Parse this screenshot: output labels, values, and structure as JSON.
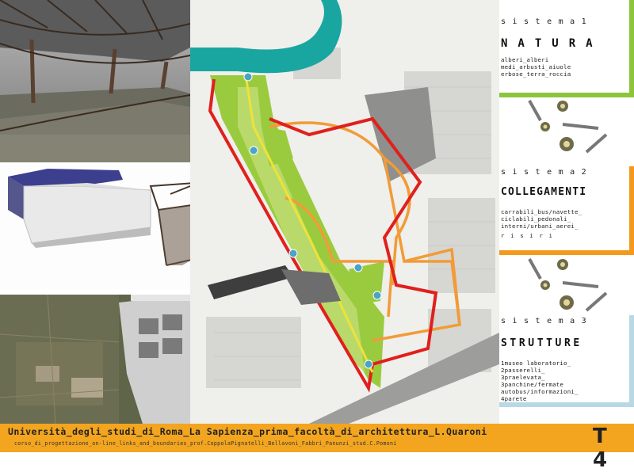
{
  "systems": [
    {
      "number": "sistema1",
      "title": "NATURA",
      "lines": [
        "alberi_alberi",
        "medi_arbusti_aiuole",
        "erbose_terra_roccia"
      ]
    },
    {
      "number": "sistema2",
      "title": "COLLEGAMENTI",
      "lines": [
        "carrabili_bus/navette_",
        "ciclabili_pedonali_",
        "interni/urbani_aerei_",
        "r i s i r i"
      ]
    },
    {
      "number": "sistema3",
      "title": "STRUTTURE",
      "lines": [
        "1museo laboratorio_",
        "2passerelli_",
        "3praelevata_",
        "3panchine/fermate",
        "autobus/informazioni_",
        "4parete"
      ]
    }
  ],
  "footer": {
    "title": "Università_degli_studi_di_Roma_La Sapienza_prima_facoltà_di_architettura_L.Quaroni",
    "subtitle": "corso_di_progettazione_on-line_links_and_boundaries_prof.CoppolaPignatelli_Bellavoni_Fabbri_Panunzi_stud.C.Pomoni",
    "code": "T 4"
  },
  "colors": {
    "natura": "#8cc43c",
    "collegamenti": "#f39a1e",
    "strutture": "#b8d8e6",
    "footer": "#f3a51f",
    "red_route": "#e0201c",
    "orange_route": "#f29b38",
    "park_green": "#9acb3e",
    "river": "#1aa6a0"
  },
  "icons": [
    "bench-icon",
    "figure-icon",
    "bench-icon",
    "figure-icon"
  ]
}
